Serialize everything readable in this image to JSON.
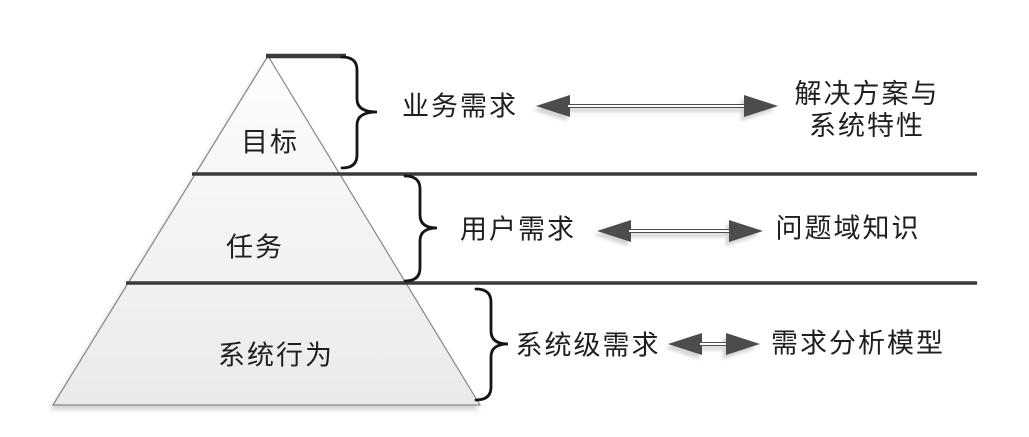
{
  "pyramid": {
    "levels": [
      {
        "label": "目标"
      },
      {
        "label": "任务"
      },
      {
        "label": "系统行为"
      }
    ]
  },
  "rows": [
    {
      "requirement": "业务需求",
      "artifact_line1": "解决方案与",
      "artifact_line2": "系统特性"
    },
    {
      "requirement": "用户需求",
      "artifact": "问题域知识"
    },
    {
      "requirement": "系统级需求",
      "artifact": "需求分析模型"
    }
  ],
  "colors": {
    "background": "#ffffff",
    "text": "#1f1f1f",
    "divider_line": "#3a3a3a",
    "arrow": "#4c4c4c",
    "brace": "#151515",
    "pyramid_border": "#878787",
    "pyramid_fill_top": "#fdfdfd",
    "pyramid_fill_bottom": "#eaeaea"
  }
}
